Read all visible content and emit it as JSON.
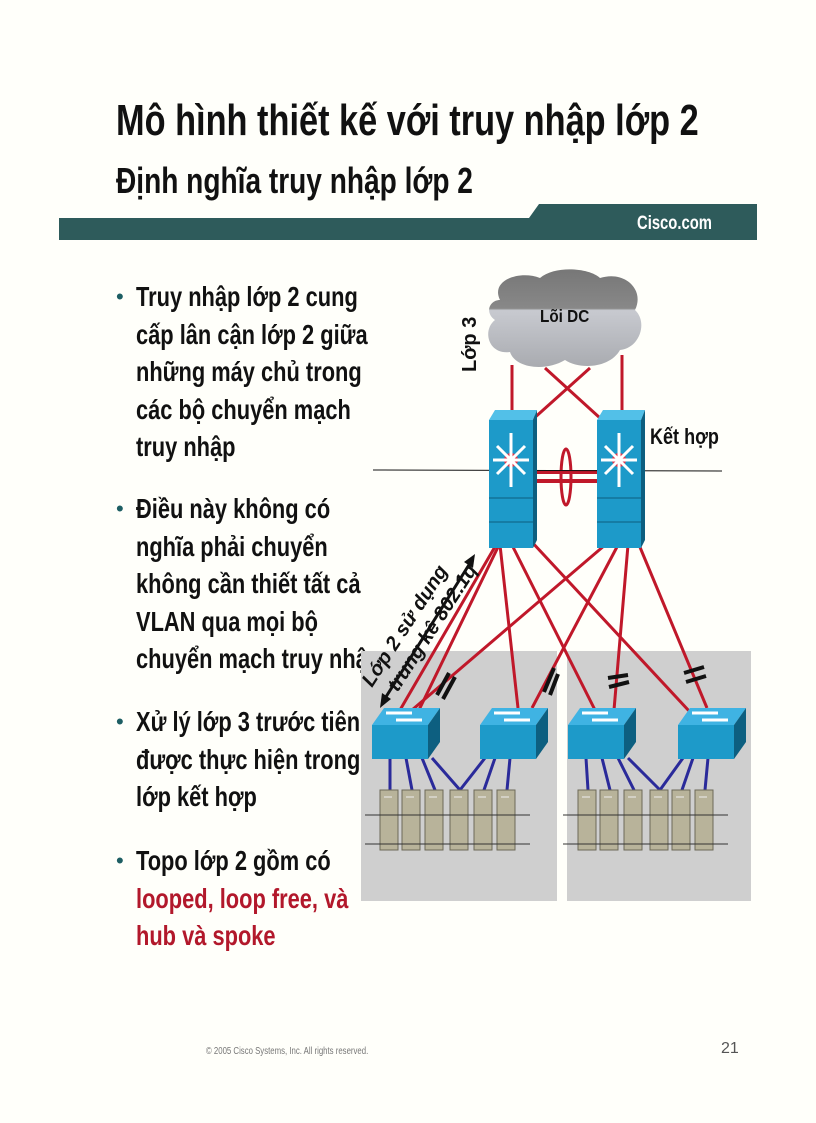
{
  "header": {
    "title": "Mô hình thiết kế với truy nhập lớp 2",
    "subtitle": "Định nghĩa truy nhập lớp 2",
    "brand": "Cisco.com",
    "bar_color": "#2e5b5b"
  },
  "bullets": [
    {
      "lines": [
        "Truy nhập lớp 2 cung",
        "cấp lân cận lớp 2 giữa",
        "những máy chủ trong",
        "các bộ chuyển mạch",
        "truy nhập"
      ]
    },
    {
      "lines": [
        "Điều này không có",
        "nghĩa phải chuyển",
        "không cần thiết tất cả",
        "VLAN qua mọi bộ",
        "chuyển mạch truy nhập"
      ]
    },
    {
      "lines": [
        "Xử lý lớp 3 trước tiên",
        "được thực hiện trong",
        "lớp kết hợp"
      ]
    },
    {
      "lines": [
        "Topo lớp 2 gồm có"
      ],
      "highlight_lines": [
        "looped, loop free, và",
        "hub và spoke"
      ]
    }
  ],
  "diagram": {
    "layer3_label": "Lớp 3",
    "core_label": "Lõi DC",
    "aggregation_label": "Kết hợp",
    "trunk_label_line1": "Lớp 2 sử dụng",
    "trunk_label_line2": "trung kê  802.1q",
    "link_color": "#c0182a",
    "server_link_color": "#2a2a9a",
    "switch_color": "#1d9ac9"
  },
  "footer": {
    "copyright": "© 2005 Cisco Systems, Inc. All rights reserved.",
    "page": "21"
  }
}
